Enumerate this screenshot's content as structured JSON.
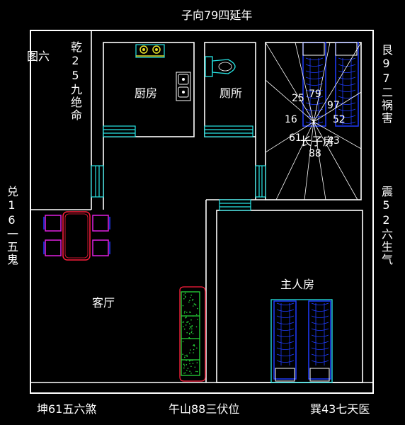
{
  "figure_label": "图六",
  "compass": {
    "north": "子向79四延年",
    "south": "午山88三伏位",
    "northwest": "乾25九绝命",
    "northeast": "艮97二祸害",
    "west": "兑16一五鬼",
    "east": "震52六生气",
    "southwest": "坤61五六煞",
    "southeast": "巽43七天医"
  },
  "rooms": {
    "kitchen": "厨房",
    "toilet": "厕所",
    "son_room": "长子房",
    "living": "客厅",
    "master": "主人房"
  },
  "star_numbers": {
    "n25": "25",
    "n79": "79",
    "n97": "97",
    "n16": "16",
    "n52": "52",
    "n61": "61",
    "n43": "43",
    "n88": "88"
  },
  "colors": {
    "walls": "#ffffff",
    "furniture_blue": "#1f3cff",
    "furniture_cyan": "#27e6e6",
    "table_red": "#ff1e3c",
    "chair_magenta": "#e020e0",
    "sofa_green": "#27d83a",
    "stove_yellow": "#e6e22a"
  }
}
